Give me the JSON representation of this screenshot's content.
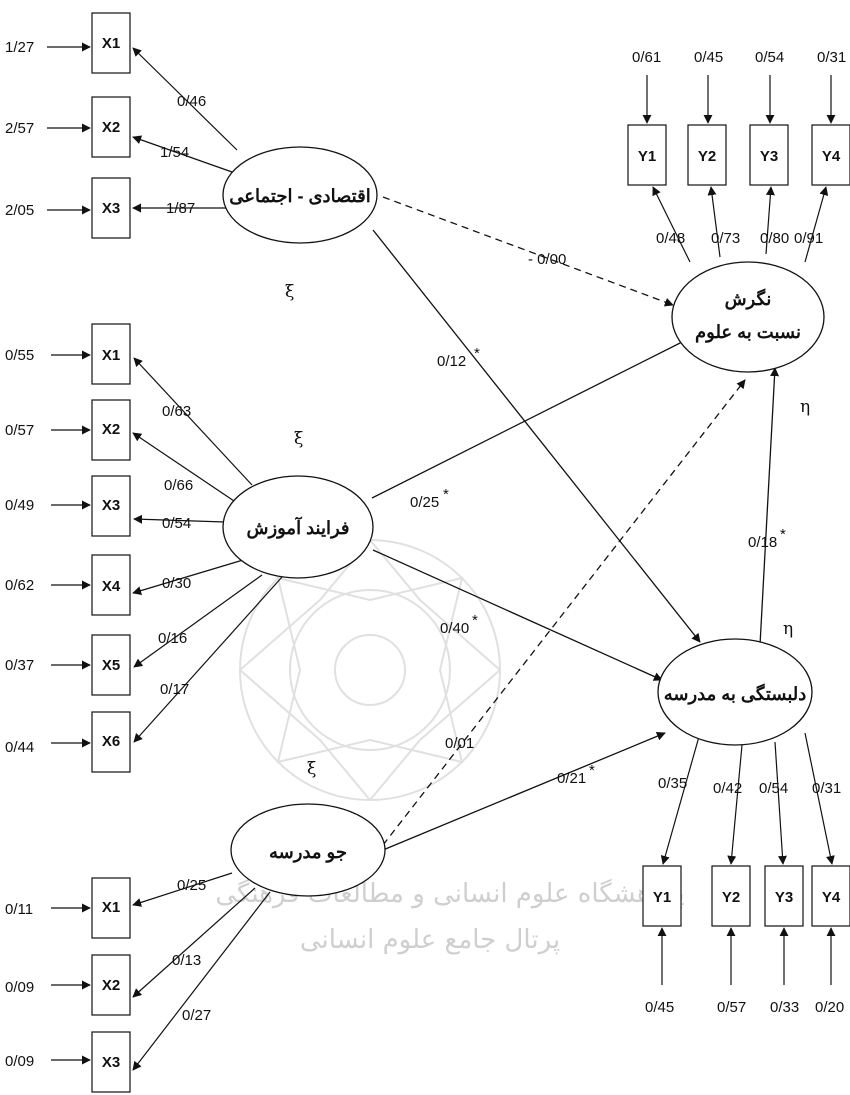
{
  "latent": {
    "ses": [
      "اقتصادی - اجتماعی"
    ],
    "teaching": [
      "فرایند آموزش"
    ],
    "climate": [
      "جو مدرسه"
    ],
    "attitude": [
      "نگرش",
      "نسبت به علوم"
    ],
    "attachment": [
      "دلبستگی به مدرسه"
    ]
  },
  "greek": {
    "xi": "ξ",
    "eta": "η"
  },
  "ses_block": {
    "indicators": [
      "X1",
      "X2",
      "X3"
    ],
    "errors": [
      "1/27",
      "2/57",
      "2/05"
    ],
    "loadings": [
      "0/46",
      "1/54",
      "1/87"
    ]
  },
  "teaching_block": {
    "indicators": [
      "X1",
      "X2",
      "X3",
      "X4",
      "X5",
      "X6"
    ],
    "errors": [
      "0/55",
      "0/57",
      "0/49",
      "0/62",
      "0/37",
      "0/44"
    ],
    "loadings": [
      "0/63",
      "0/66",
      "0/54",
      "0/30",
      "0/16",
      "0/17"
    ]
  },
  "climate_block": {
    "indicators": [
      "X1",
      "X2",
      "X3"
    ],
    "errors": [
      "0/11",
      "0/09",
      "0/09"
    ],
    "loadings": [
      "0/25",
      "0/13",
      "0/27"
    ]
  },
  "attitude_block": {
    "indicators": [
      "Y1",
      "Y2",
      "Y3",
      "Y4"
    ],
    "errors": [
      "0/61",
      "0/45",
      "0/54",
      "0/31"
    ],
    "loadings": [
      "0/48",
      "0/73",
      "0/80",
      "0/91"
    ]
  },
  "attachment_block": {
    "indicators": [
      "Y1",
      "Y2",
      "Y3",
      "Y4"
    ],
    "errors": [
      "0/45",
      "0/57",
      "0/33",
      "0/20"
    ],
    "loadings": [
      "0/35",
      "0/42",
      "0/54",
      "0/31"
    ]
  },
  "paths": {
    "ses_attitude": "- 0/00",
    "ses_attachment": "0/12",
    "teaching_attitude": "0/25",
    "teaching_attachment": "0/40",
    "climate_attitude": "0/01",
    "climate_attachment": "0/21",
    "attachment_attitude": "0/18",
    "star": "*"
  },
  "watermark": {
    "line1": "پژوهشگاه علوم انسانی و مطالعات فرهنگی",
    "line2": "پرتال جامع علوم انسانی"
  }
}
